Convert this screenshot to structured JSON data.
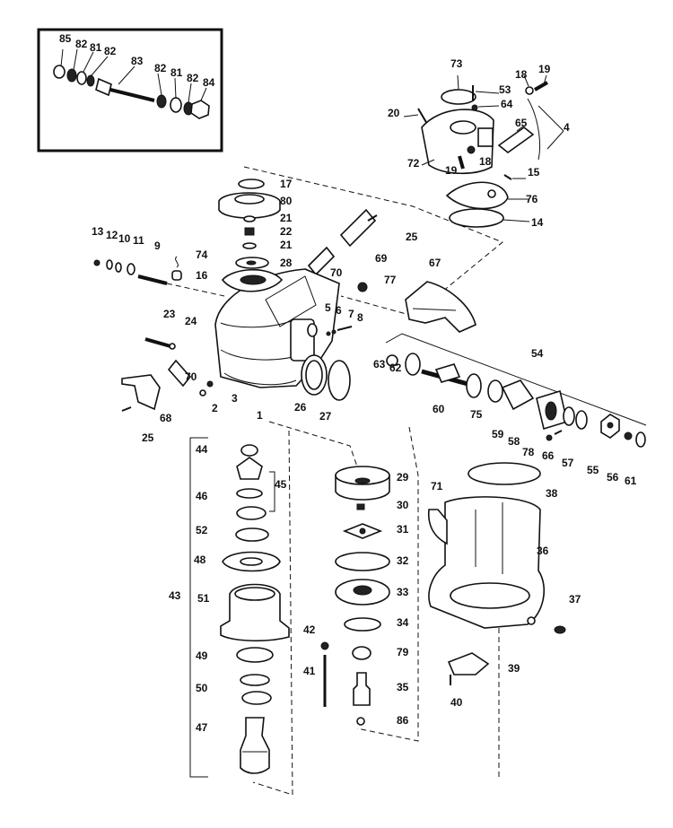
{
  "diagram": {
    "part_numbers": {
      "inset": [
        "85",
        "82",
        "81",
        "82",
        "83",
        "82",
        "81",
        "82",
        "84"
      ],
      "top_right": [
        "73",
        "53",
        "64",
        "18",
        "19",
        "20",
        "65",
        "4",
        "72",
        "19",
        "18",
        "15",
        "76",
        "14"
      ],
      "center": [
        "17",
        "80",
        "21",
        "22",
        "21",
        "28",
        "25",
        "69",
        "70",
        "77",
        "67",
        "13",
        "12",
        "10",
        "11",
        "9",
        "74",
        "16",
        "5",
        "6",
        "7",
        "8",
        "23",
        "24",
        "70",
        "68",
        "25",
        "2",
        "3",
        "1",
        "26",
        "27"
      ],
      "right_group": [
        "54",
        "63",
        "62",
        "60",
        "75",
        "59",
        "58",
        "78",
        "66",
        "57",
        "55",
        "56",
        "61"
      ],
      "lower_left": [
        "44",
        "45",
        "46",
        "52",
        "48",
        "43",
        "51",
        "49",
        "50",
        "47"
      ],
      "lower_center": [
        "29",
        "30",
        "31",
        "32",
        "33",
        "42",
        "34",
        "79",
        "41",
        "35",
        "86"
      ],
      "lower_right": [
        "71",
        "38",
        "36",
        "37",
        "39",
        "40"
      ]
    }
  }
}
